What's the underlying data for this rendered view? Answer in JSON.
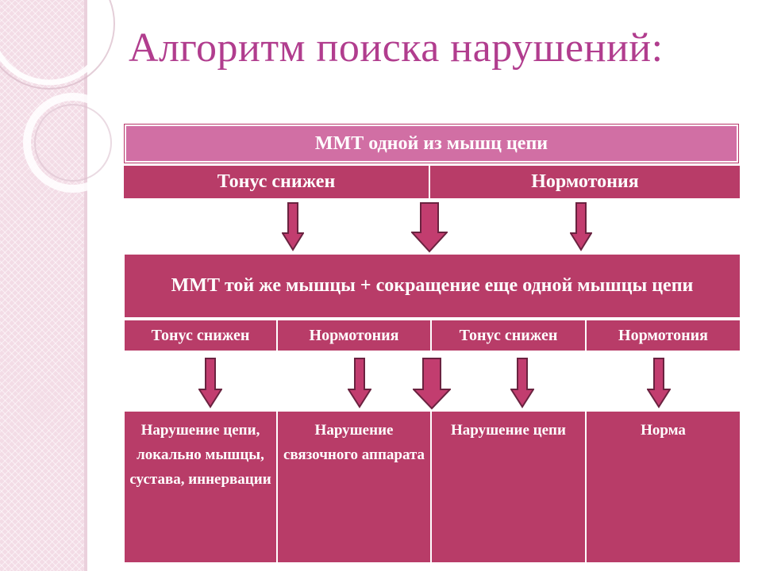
{
  "title": "Алгоритм поиска нарушений:",
  "header": "ММТ одной из мышц цепи",
  "level1": [
    "Тонус снижен",
    "Нормотония"
  ],
  "middle": "ММТ той же мышцы + сокращение еще одной мышцы цепи",
  "level2": [
    "Тонус снижен",
    "Нормотония",
    "Тонус снижен",
    "Нормотония"
  ],
  "results": [
    "Нарушение цепи, локально мышцы, сустава, иннервации",
    "Нарушение связочного аппарата",
    "Нарушение цепи",
    "Норма"
  ],
  "colors": {
    "title": "#b13d8e",
    "header_fill": "#d16fa4",
    "box_fill": "#b83c68",
    "arrow_fill": "#c23d6f",
    "strip": "#f3dce6"
  }
}
